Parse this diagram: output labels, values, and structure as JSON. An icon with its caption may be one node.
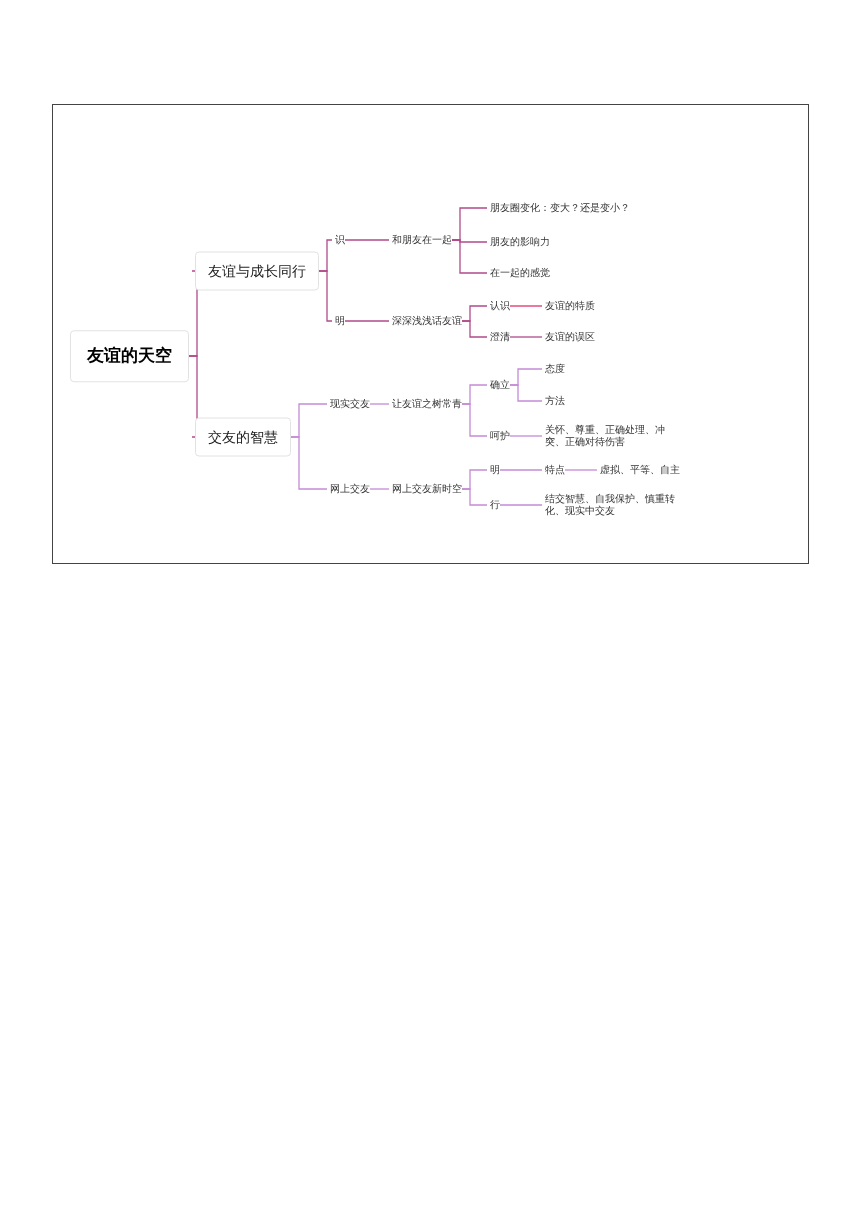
{
  "diagram": {
    "nodes": [
      {
        "text": [
          "友谊的天空"
        ]
      },
      {
        "text": [
          "友谊与成长同行"
        ]
      },
      {
        "text": [
          "识"
        ]
      },
      {
        "text": [
          "和朋友在一起"
        ]
      },
      {
        "text": [
          "朋友圈变化：变大？还是变小？"
        ]
      },
      {
        "text": [
          "朋友的影响力"
        ]
      },
      {
        "text": [
          "在一起的感觉"
        ]
      },
      {
        "text": [
          "明"
        ]
      },
      {
        "text": [
          "深深浅浅话友谊"
        ]
      },
      {
        "text": [
          "认识"
        ]
      },
      {
        "text": [
          "友谊的特质"
        ]
      },
      {
        "text": [
          "澄清"
        ]
      },
      {
        "text": [
          "友谊的误区"
        ]
      },
      {
        "text": [
          "交友的智慧"
        ]
      },
      {
        "text": [
          "现实交友"
        ]
      },
      {
        "text": [
          "让友谊之树常青"
        ]
      },
      {
        "text": [
          "确立"
        ]
      },
      {
        "text": [
          "态度"
        ]
      },
      {
        "text": [
          "方法"
        ]
      },
      {
        "text": [
          "呵护"
        ]
      },
      {
        "text": [
          "关怀、尊重、正确处理、冲突、正确对待伤害"
        ]
      },
      {
        "text": [
          "网上交友"
        ]
      },
      {
        "text": [
          "网上交友新时空"
        ]
      },
      {
        "text": [
          "明"
        ]
      },
      {
        "text": [
          "特点"
        ]
      },
      {
        "text": [
          "虚拟、平等、自主"
        ]
      },
      {
        "text": [
          "行"
        ]
      },
      {
        "text": [
          "结交智慧、自我保护、慎重转化、现实中交友"
        ]
      }
    ],
    "edges": [
      {
        "from": 0,
        "to": 1,
        "arrow": "none"
      },
      {
        "from": 0,
        "to": 13,
        "arrow": "none"
      },
      {
        "from": 1,
        "to": 2,
        "arrow": "none"
      },
      {
        "from": 1,
        "to": 7,
        "arrow": "none"
      },
      {
        "from": 2,
        "to": 3,
        "arrow": "none"
      },
      {
        "from": 3,
        "to": 4,
        "arrow": "none"
      },
      {
        "from": 3,
        "to": 5,
        "arrow": "none"
      },
      {
        "from": 3,
        "to": 6,
        "arrow": "none"
      },
      {
        "from": 7,
        "to": 8,
        "arrow": "none"
      },
      {
        "from": 8,
        "to": 9,
        "arrow": "none"
      },
      {
        "from": 8,
        "to": 11,
        "arrow": "none"
      },
      {
        "from": 9,
        "to": 10,
        "arrow": "none",
        "color": "#e0306a"
      },
      {
        "from": 11,
        "to": 12,
        "arrow": "none"
      },
      {
        "from": 13,
        "to": 14,
        "arrow": "none",
        "color": "#c58ad6"
      },
      {
        "from": 13,
        "to": 21,
        "arrow": "none",
        "color": "#c58ad6"
      },
      {
        "from": 14,
        "to": 15,
        "arrow": "none",
        "color": "#c58ad6"
      },
      {
        "from": 15,
        "to": 16,
        "arrow": "none",
        "color": "#c58ad6"
      },
      {
        "from": 15,
        "to": 19,
        "arrow": "none",
        "color": "#c58ad6"
      },
      {
        "from": 16,
        "to": 17,
        "arrow": "none",
        "color": "#c58ad6"
      },
      {
        "from": 16,
        "to": 18,
        "arrow": "none",
        "color": "#c58ad6"
      },
      {
        "from": 19,
        "to": 20,
        "arrow": "none",
        "color": "#c58ad6"
      },
      {
        "from": 21,
        "to": 22,
        "arrow": "none",
        "color": "#c58ad6"
      },
      {
        "from": 22,
        "to": 23,
        "arrow": "none",
        "color": "#c58ad6"
      },
      {
        "from": 22,
        "to": 26,
        "arrow": "none",
        "color": "#c58ad6"
      },
      {
        "from": 23,
        "to": 24,
        "arrow": "none",
        "color": "#c58ad6"
      },
      {
        "from": 24,
        "to": 25,
        "arrow": "none",
        "color": "#c58ad6"
      },
      {
        "from": 26,
        "to": 27,
        "arrow": "none",
        "color": "#c58ad6"
      }
    ]
  }
}
